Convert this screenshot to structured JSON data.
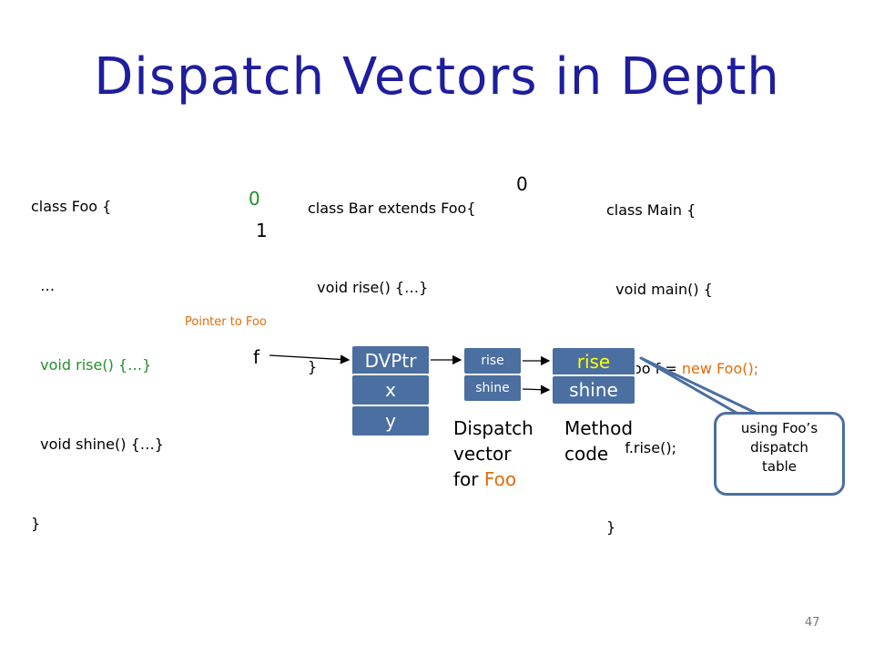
{
  "title": "Dispatch Vectors in Depth",
  "foo_class": {
    "lines": [
      "class Foo {",
      "  …",
      "  void rise() {…}",
      "  void shine() {…}",
      "}"
    ],
    "index_rise": "0",
    "index_shine": "1"
  },
  "bar_class": {
    "lines": [
      "class Bar extends Foo{",
      "  void rise() {…}",
      "}"
    ],
    "index_rise": "0"
  },
  "main_class": {
    "line1": "class Main {",
    "line2": "  void main() {",
    "line3_prefix": "    Foo f = ",
    "line3_new": "new Foo();",
    "line4": "    f.rise();",
    "line5": "}"
  },
  "diagram": {
    "pointer_label": "Pointer to Foo",
    "var_name": "f",
    "object_fields": [
      "DVPtr",
      "x",
      "y"
    ],
    "dispatch_entries": [
      "rise",
      "shine"
    ],
    "method_entries": [
      "rise",
      "shine"
    ],
    "dispatch_caption": [
      "Dispatch",
      "vector",
      "for "
    ],
    "dispatch_caption_foo": "Foo",
    "method_caption": [
      "Method",
      "code"
    ]
  },
  "callout": {
    "lines": [
      "using Foo’s",
      "dispatch",
      "table"
    ]
  },
  "page_number": "47",
  "colors": {
    "title": "#1e1e9e",
    "box_fill": "#4a6fa0",
    "highlight_green": "#20902a",
    "highlight_orange": "#e46c0a",
    "method_rise_text": "#ffff00"
  }
}
